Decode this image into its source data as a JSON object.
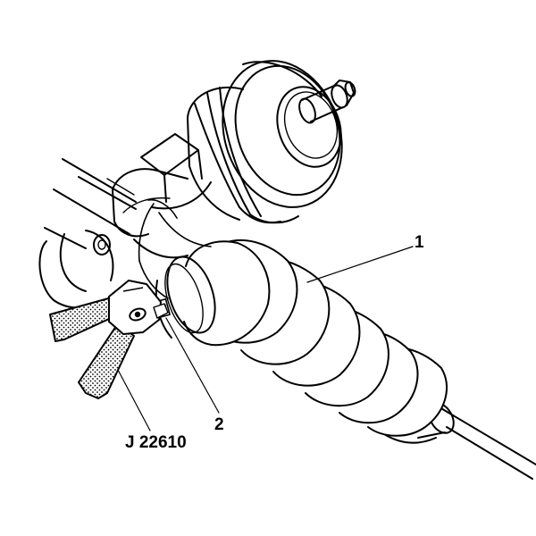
{
  "diagram": {
    "callouts": {
      "part_1": "1",
      "part_2": "2",
      "tool": "J 22610"
    }
  }
}
